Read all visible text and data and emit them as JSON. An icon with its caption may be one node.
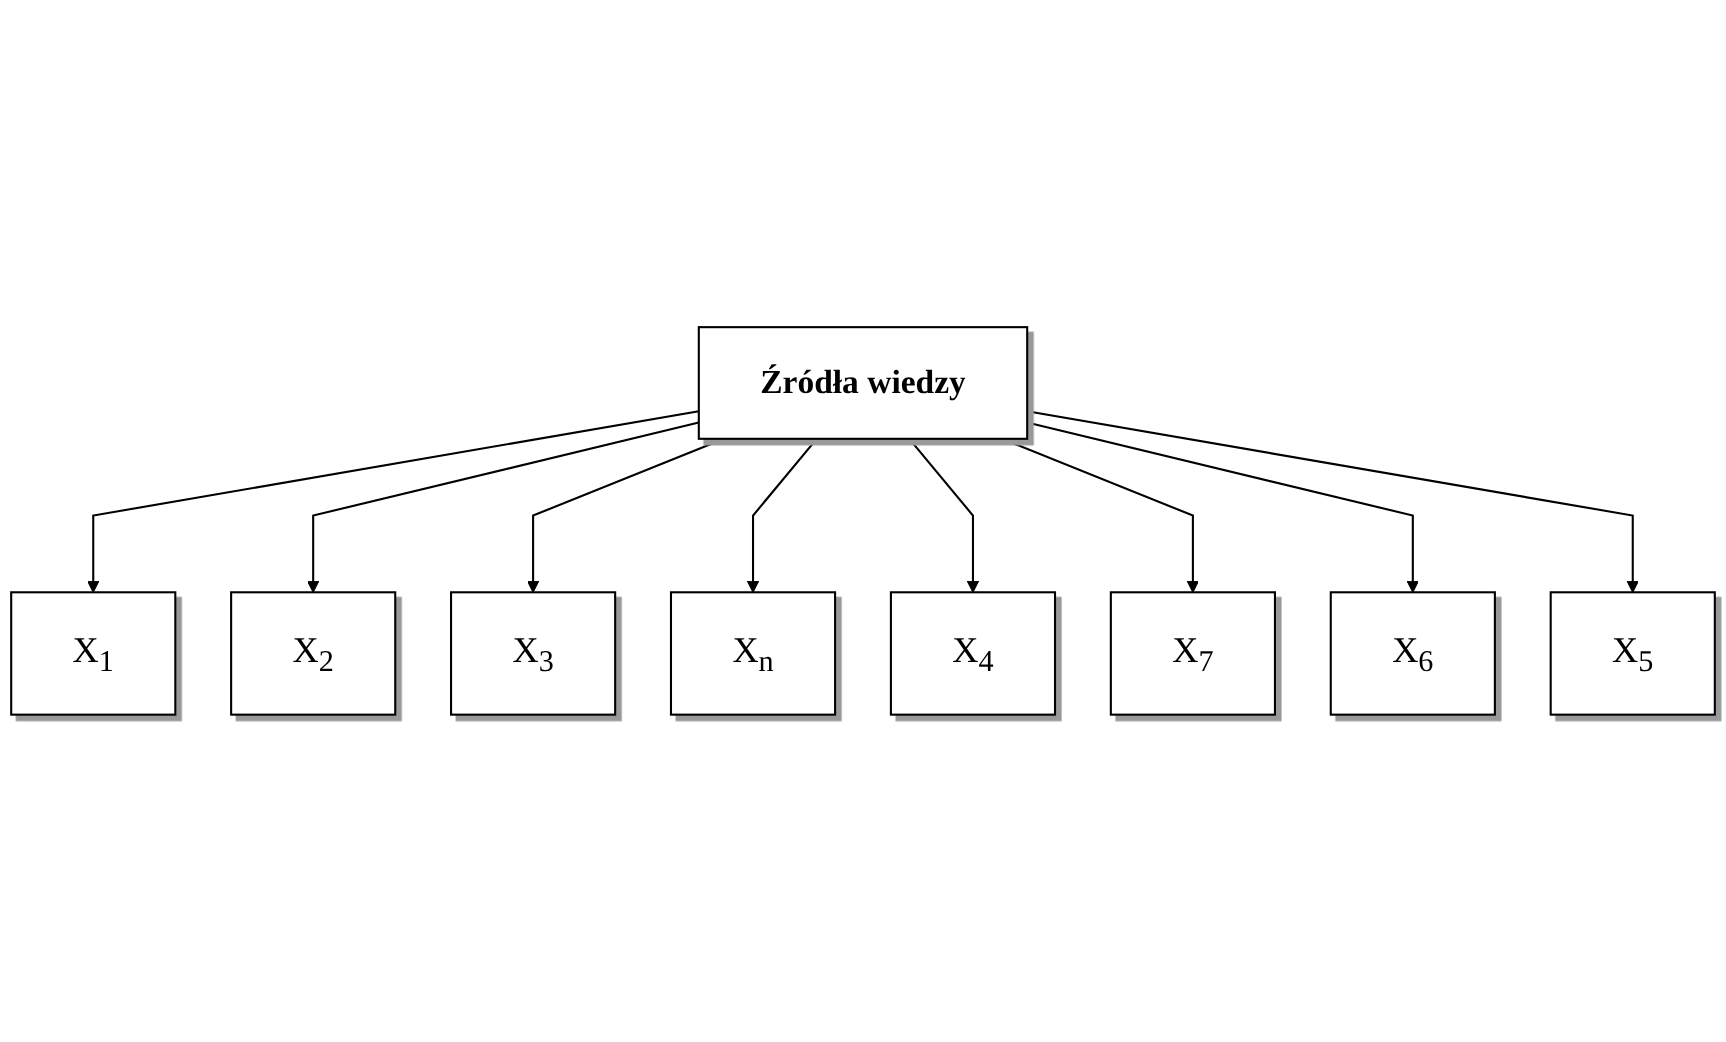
{
  "diagram": {
    "nodes": [
      {
        "text": [
          "X$_{1}$"
        ]
      },
      {
        "text": [
          "X$_{2}$"
        ]
      },
      {
        "text": [
          "X$_{3}$"
        ]
      },
      {
        "text": [
          "X$_{n}$"
        ]
      },
      {
        "text": [
          "Źródła wiedzy"
        ]
      },
      {
        "text": [
          "X$_{4}$"
        ]
      },
      {
        "text": [
          "X$_{7}$"
        ]
      },
      {
        "text": [
          "X$_{6}$"
        ]
      },
      {
        "text": [
          "X$_{5}$"
        ]
      }
    ],
    "edges": [
      {
        "from": 4,
        "to": 0,
        "arrow": "to"
      },
      {
        "from": 4,
        "to": 1,
        "arrow": "to"
      },
      {
        "from": 4,
        "to": 2,
        "arrow": "to"
      },
      {
        "from": 4,
        "to": 3,
        "arrow": "to"
      },
      {
        "from": 4,
        "to": 5,
        "arrow": "to"
      },
      {
        "from": 4,
        "to": 6,
        "arrow": "to"
      },
      {
        "from": 4,
        "to": 7,
        "arrow": "to"
      },
      {
        "from": 4,
        "to": 8,
        "arrow": "to"
      }
    ]
  }
}
